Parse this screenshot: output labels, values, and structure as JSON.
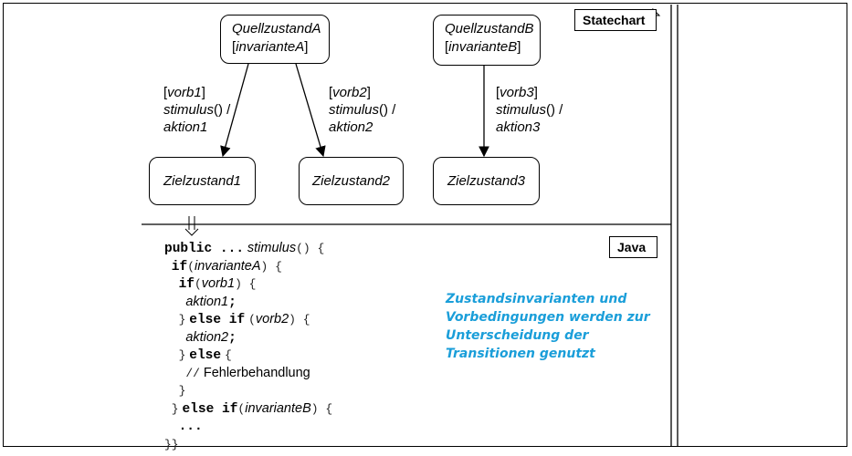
{
  "statechart": {
    "tag": "Statechart",
    "source_states": [
      {
        "name": "QuellzustandA",
        "invariant": "invarianteA"
      },
      {
        "name": "QuellzustandB",
        "invariant": "invarianteB"
      }
    ],
    "target_states": [
      "Zielzustand1",
      "Zielzustand2",
      "Zielzustand3"
    ],
    "transitions": [
      {
        "guard": "vorb1",
        "stimulus": "stimulus",
        "action": "aktion1"
      },
      {
        "guard": "vorb2",
        "stimulus": "stimulus",
        "action": "aktion2"
      },
      {
        "guard": "vorb3",
        "stimulus": "stimulus",
        "action": "aktion3"
      }
    ]
  },
  "java": {
    "tag": "Java",
    "code": {
      "public": "public ...",
      "method": "stimulus",
      "if_kw": "if",
      "invarianteA": "invarianteA",
      "vorb1": "vorb1",
      "aktion1": "aktion1",
      "else_if": "else if",
      "vorb2": "vorb2",
      "aktion2": "aktion2",
      "else_kw": "else",
      "comment": "Fehlerbehandlung",
      "invarianteB": "invarianteB",
      "ellipsis": "..."
    }
  },
  "note": [
    "Zustandsinvarianten und",
    "Vorbedingungen werden zur",
    "Unterscheidung der",
    "Transitionen genutzt"
  ]
}
